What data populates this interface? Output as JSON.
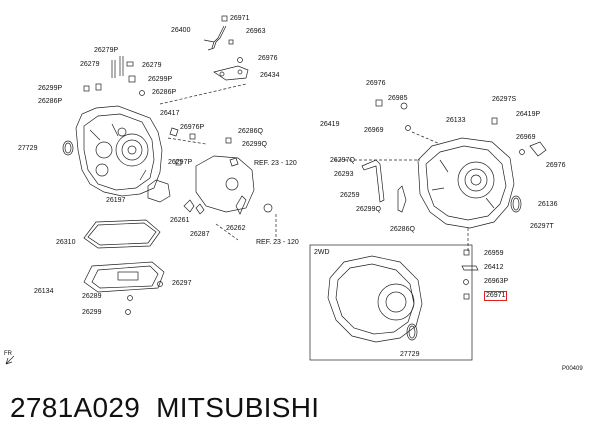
{
  "diagram": {
    "part_labels": {
      "p26971_top": "26971",
      "p26400": "26400",
      "p26963": "26963",
      "p26279P": "26279P",
      "p26279_a": "26279",
      "p26279_b": "26279",
      "p26299P_a": "26299P",
      "p26299P_b": "26299P",
      "p26286P_a": "26286P",
      "p26286P_b": "26286P",
      "p26976_a": "26976",
      "p26434": "26434",
      "p26976_b": "26976",
      "p26985": "26985",
      "p26297S": "26297S",
      "p26419_a": "26419",
      "p26969_a": "26969",
      "p26133": "26133",
      "p26419P": "26419P",
      "p26969_b": "26969",
      "p26976_c": "26976",
      "p27729_a": "27729",
      "p26417": "26417",
      "p26976P": "26976P",
      "p26286Q_a": "26286Q",
      "p26299Q_a": "26299Q",
      "ref_a": "REF. 23 - 120",
      "p26297P": "26297P",
      "p26297Q": "26297Q",
      "p26293": "26293",
      "p26259": "26259",
      "p26299Q_b": "26299Q",
      "p26286Q_b": "26286Q",
      "p26136": "26136",
      "p26297T": "26297T",
      "p26197": "26197",
      "p26261": "26261",
      "p26287": "26287",
      "p26262": "26262",
      "ref_b": "REF. 23 - 120",
      "p26310": "26310",
      "p26959": "26959",
      "p26412": "26412",
      "p26963P": "26963P",
      "p26971_red": "26971",
      "p26297": "26297",
      "p26134": "26134",
      "p26289": "26289",
      "p26299": "26299",
      "p27729_b": "27729",
      "inset_label": "2WD",
      "fr_label": "FR",
      "figure_code": "P00409"
    },
    "caption": {
      "part_number": "2781A029",
      "brand": "MITSUBISHI"
    },
    "colors": {
      "line": "#222222",
      "highlight": "#e02020",
      "background": "#ffffff"
    }
  }
}
